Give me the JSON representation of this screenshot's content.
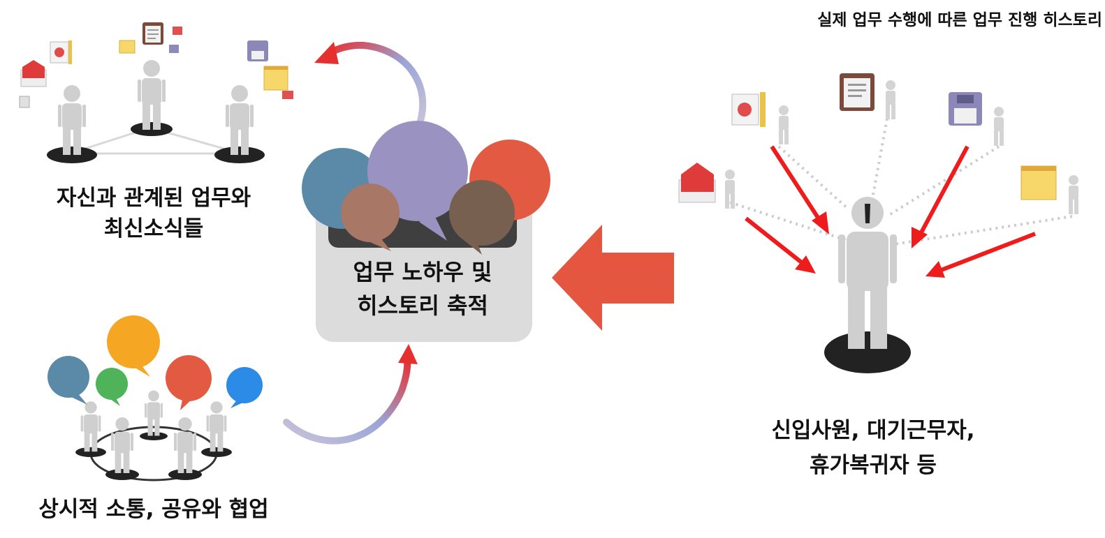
{
  "labels": {
    "related_line1": "자신과 관계된 업무와",
    "related_line2": "최신소식들",
    "collab": "상시적 소통, 공유와 협업",
    "center_line1": "업무 노하우 및",
    "center_line2": "히스토리 축적",
    "history_title": "실제 업무 수행에 따른 업무 진행 히스토리",
    "target_line1": "신입사원, 대기근무자,",
    "target_line2": "휴가복귀자 등"
  },
  "icons": [
    "mail-icon",
    "chart-doc-icon",
    "clipboard-icon",
    "floppy-disk-icon",
    "notepad-icon",
    "person-icon",
    "speech-bubble-icon"
  ],
  "colors": {
    "big_arrow": "#e55640",
    "red_arrows": "#ee1c1c",
    "bubble_blue": "#5a8aa8",
    "bubble_purple": "#9a93c2",
    "bubble_red": "#e25a42",
    "bubble_brown": "#a87766",
    "bubble_dark_brown": "#77604f",
    "bubble_orange": "#f5a623",
    "bubble_green": "#4fb35a",
    "bubble_bright_blue": "#2b8be6",
    "person_gray": "#cfcfcf",
    "panel_gray": "#dcdcdc"
  }
}
